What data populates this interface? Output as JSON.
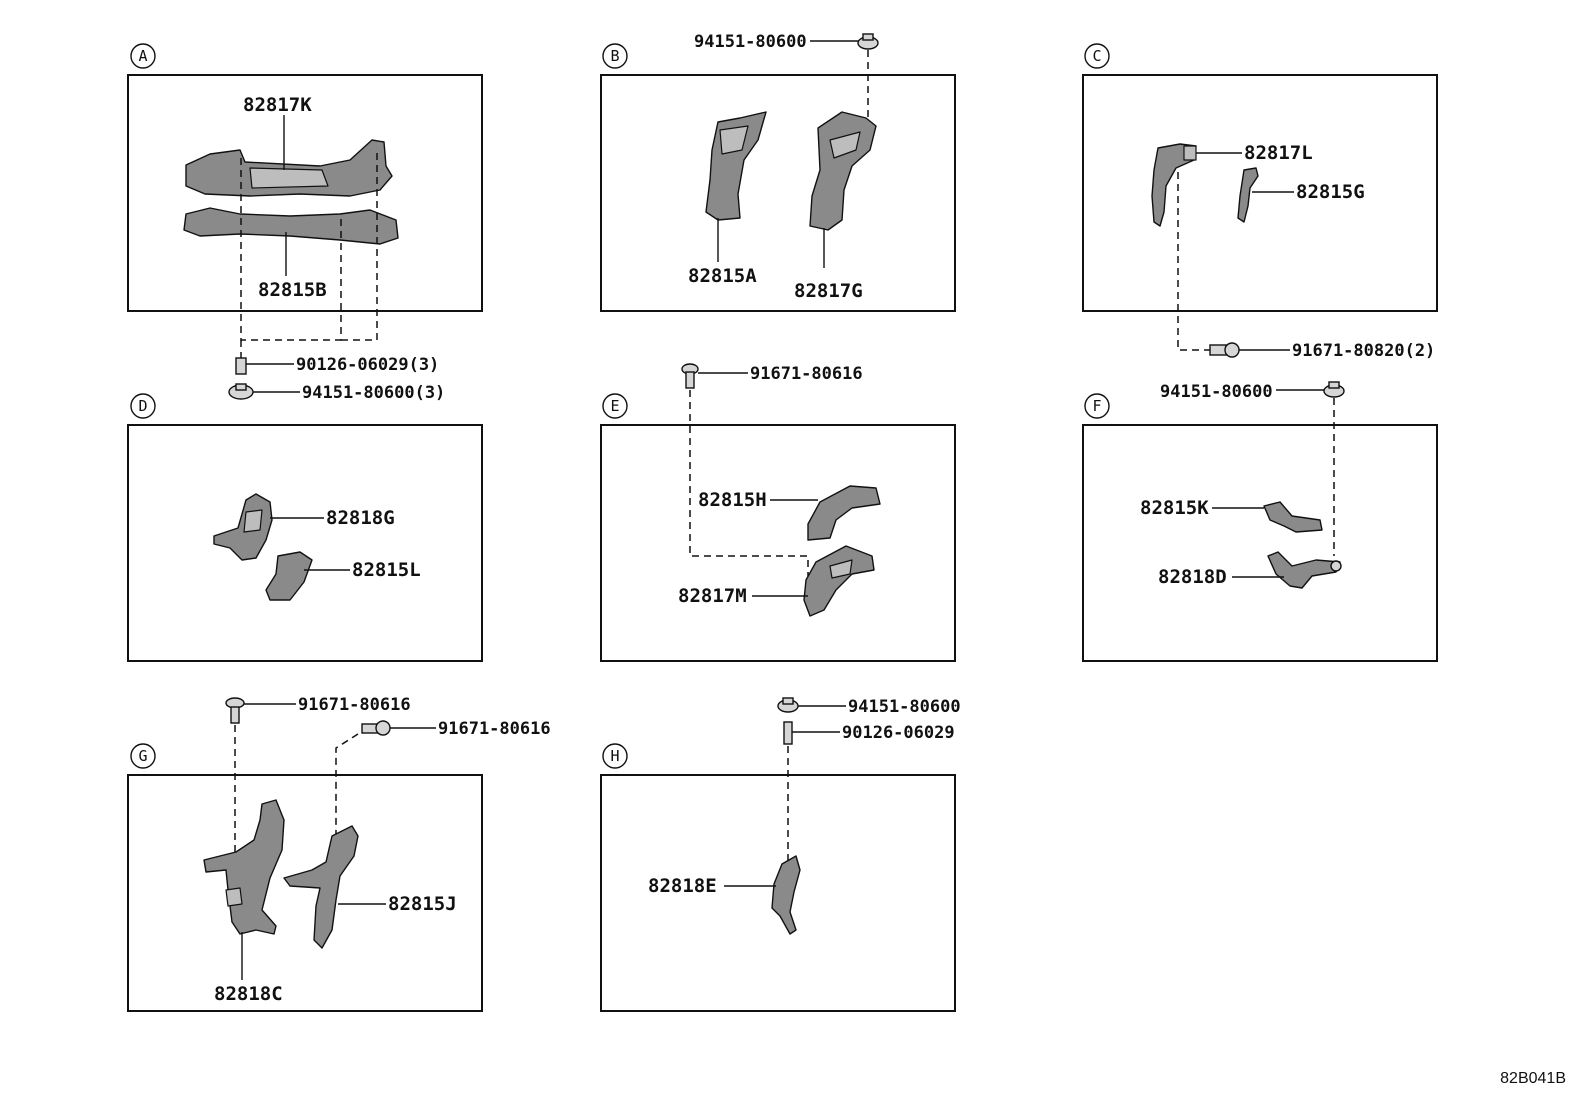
{
  "diagram_code": "82B041B",
  "panels": [
    {
      "id": "A",
      "parts": [
        "82817K",
        "82815B"
      ],
      "fasteners": [
        "90126-06029(3)",
        "94151-80600(3)"
      ]
    },
    {
      "id": "B",
      "parts": [
        "82815A",
        "82817G"
      ],
      "fasteners": [
        "94151-80600"
      ]
    },
    {
      "id": "C",
      "parts": [
        "82817L",
        "82815G"
      ],
      "fasteners": [
        "91671-80820(2)"
      ]
    },
    {
      "id": "D",
      "parts": [
        "82818G",
        "82815L"
      ],
      "fasteners": []
    },
    {
      "id": "E",
      "parts": [
        "82815H",
        "82817M"
      ],
      "fasteners": [
        "91671-80616"
      ]
    },
    {
      "id": "F",
      "parts": [
        "82815K",
        "82818D"
      ],
      "fasteners": [
        "94151-80600"
      ]
    },
    {
      "id": "G",
      "parts": [
        "82815J",
        "82818C"
      ],
      "fasteners": [
        "91671-80616",
        "91671-80616"
      ]
    },
    {
      "id": "H",
      "parts": [
        "82818E"
      ],
      "fasteners": [
        "94151-80600",
        "90126-06029"
      ]
    }
  ]
}
